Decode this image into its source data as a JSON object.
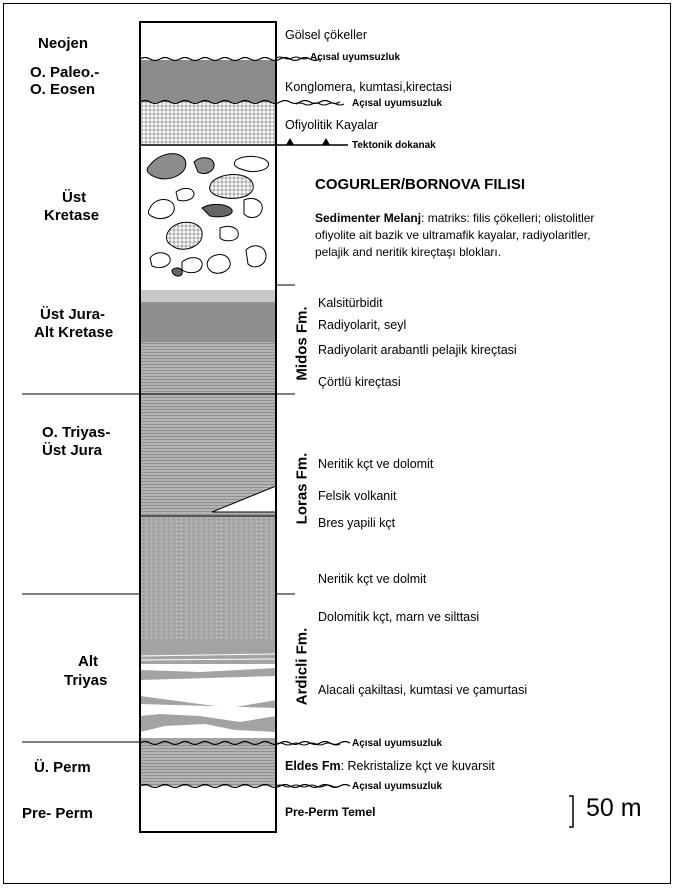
{
  "ages": {
    "neojen": "Neojen",
    "o_paleo": "O. Paleo.-",
    "o_eosen": "O. Eosen",
    "ust_kretase_1": "Üst",
    "ust_kretase_2": "Kretase",
    "ust_jura_1": "Üst Jura-",
    "ust_jura_2": "Alt Kretase",
    "o_triyas_1": "O. Triyas-",
    "o_triyas_2": "Üst Jura",
    "alt_triyas_1": "Alt",
    "alt_triyas_2": "Triyas",
    "u_perm": "Ü. Perm",
    "pre_perm": "Pre- Perm"
  },
  "descriptions": {
    "golsel": "Gölsel çökeller",
    "acisal_1": "Açısal uyumsuzluk",
    "konglomera": "Konglomera, kumtasi,kirectasi",
    "acisal_2": "Açısal uyumsuzluk",
    "ofiyolitik": "Ofiyolitik Kayalar",
    "tektonik": "Tektonik dokanak",
    "cogurler": "COGURLER/BORNOVA FILISI",
    "melanj_bold": "Sedimenter Melanj",
    "melanj_1": ": matriks: filis çökelleri; olistolitler",
    "melanj_2": "ofiyolite ait bazik ve ultramafik kayalar, radiyolaritler,",
    "melanj_3": "pelajik and neritik kireçtaşı blokları.",
    "kalsiturbidit": "Kalsitürbidit",
    "radiyolarit_seyl": "Radiyolarit, seyl",
    "radiyolarit_arabantli": "Radiyolarit arabantli pelajik kireçtasi",
    "cortlu": "Çörtlü kireçtasi",
    "neritik_dolomit": "Neritik kçt ve dolomit",
    "felsik": "Felsik volkanit",
    "bres": "Bres yapili kçt",
    "neritik_dolmit": "Neritik kçt ve dolmit",
    "dolomitik": "Dolomitik kçt, marn ve silttasi",
    "alacali": "Alacali çakiltasi, kumtasi ve çamurtasi",
    "acisal_3": "Açısal uyumsuzluk",
    "eldes_bold": "Eldes Fm",
    "eldes_rest": ": Rekristalize kçt ve kuvarsit",
    "acisal_4": "Açısal uyumsuzluk",
    "pre_perm_temel": "Pre-Perm Temel"
  },
  "formations": {
    "midos": "Midos Fm.",
    "loras": "Loras Fm.",
    "ardicli": "Ardicli Fm."
  },
  "scale": {
    "label": "50 m"
  },
  "colors": {
    "dark_gray": "#8c8c8c",
    "mid_gray": "#a6a6a6",
    "light_gray": "#c8c8c8",
    "white": "#ffffff",
    "line": "#000000"
  }
}
